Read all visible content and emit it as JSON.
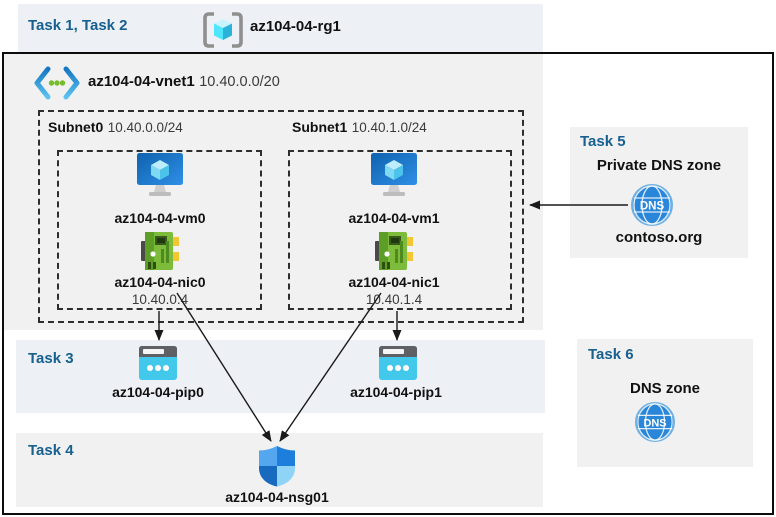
{
  "colors": {
    "task_label": "#17608f",
    "strip_bg": "#edf1f5",
    "panel_bg": "#f1f1f2",
    "azure_blue": "#1e7fd9",
    "vm_cube_cyan": "#9ce5fb",
    "nic_green": "#76b83a",
    "nic_yellow": "#f3c634",
    "pip_cyan": "#41c8ea",
    "nsg_light_blue": "#5ea6ee",
    "dns_circle_blue": "#2a86d8",
    "vnet_dot_green": "#76bc2d",
    "arrow_black": "#1a1a1a"
  },
  "header": {
    "tasks_label": "Task 1, Task 2",
    "resource_group_name": "az104-04-rg1"
  },
  "vnet": {
    "name": "az104-04-vnet1",
    "cidr": "10.40.0.0/20"
  },
  "subnets": [
    {
      "name": "Subnet0",
      "cidr": "10.40.0.0/24",
      "vm_name": "az104-04-vm0",
      "nic_name": "az104-04-nic0",
      "nic_ip": "10.40.0.4"
    },
    {
      "name": "Subnet1",
      "cidr": "10.40.1.0/24",
      "vm_name": "az104-04-vm1",
      "nic_name": "az104-04-nic1",
      "nic_ip": "10.40.1.4"
    }
  ],
  "task3": {
    "label": "Task 3",
    "pip0_name": "az104-04-pip0",
    "pip1_name": "az104-04-pip1"
  },
  "task4": {
    "label": "Task 4",
    "nsg_name": "az104-04-nsg01"
  },
  "task5": {
    "label": "Task 5",
    "title": "Private DNS zone",
    "zone_name": "contoso.org",
    "dns_icon_text": "DNS"
  },
  "task6": {
    "label": "Task 6",
    "title": "DNS zone",
    "dns_icon_text": "DNS"
  }
}
